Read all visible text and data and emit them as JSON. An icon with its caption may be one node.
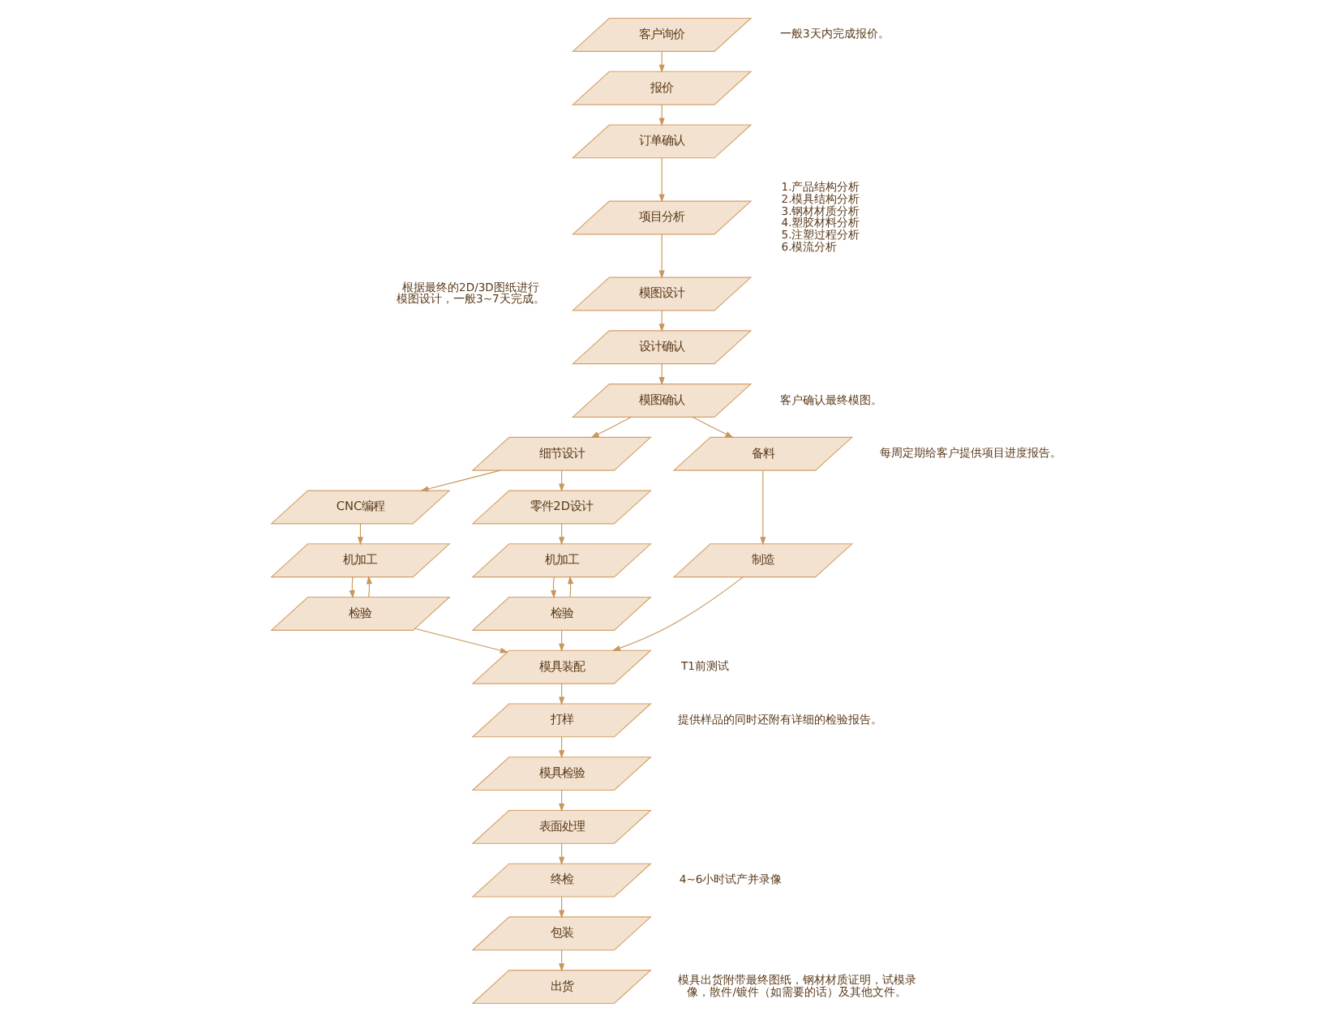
{
  "diagram": {
    "nodes": [
      {
        "text": [
          "客户询价"
        ],
        "beside": [
          "一般3天内完成报价。"
        ]
      },
      {
        "text": [
          "报价"
        ]
      },
      {
        "text": [
          "订单确认"
        ]
      },
      {
        "text": [
          "项目分析"
        ]
      },
      {
        "text": [
          "模图设计"
        ],
        "beside": [
          "根据最终的2D/3D图纸进行模图设计，一般3~7天完成。"
        ]
      },
      {
        "text": [
          "设计确认"
        ]
      },
      {
        "text": [
          "模图确认"
        ],
        "beside": [
          "客户确认最终模图。"
        ]
      },
      {
        "text": [
          "细节设计"
        ]
      },
      {
        "text": [
          "CNC编程"
        ]
      },
      {
        "text": [
          "机加工"
        ]
      },
      {
        "text": [
          "检验"
        ]
      },
      {
        "text": [
          "零件2D设计"
        ]
      },
      {
        "text": [
          "机加工"
        ]
      },
      {
        "text": [
          "检验"
        ]
      },
      {
        "text": [
          "备料"
        ]
      },
      {
        "text": [
          "制造"
        ]
      },
      {
        "text": [
          "模具装配"
        ],
        "beside": [
          "T1前测试"
        ]
      },
      {
        "text": [
          "打样"
        ],
        "beside": [
          "提供样品的同时还附有详细的检验报告。"
        ]
      },
      {
        "text": [
          "模具检验"
        ]
      },
      {
        "text": [
          "表面处理"
        ]
      },
      {
        "text": [
          "终检"
        ],
        "beside": [
          "4~6小时试产并录像"
        ]
      },
      {
        "text": [
          "包装"
        ]
      },
      {
        "text": [
          "出货"
        ],
        "beside": [
          "模具出货附带最终图纸，钢材材质证明，试模录像，散件/镀件（如需要的话）及其他文件。"
        ]
      }
    ],
    "edges": [
      {
        "from": 0,
        "to": 1,
        "arrow": "to"
      },
      {
        "from": 1,
        "to": 2,
        "arrow": "to"
      },
      {
        "from": 2,
        "to": 3,
        "arrow": "to"
      },
      {
        "from": 3,
        "to": 4,
        "arrow": "to"
      },
      {
        "from": 4,
        "to": 5,
        "arrow": "to"
      },
      {
        "from": 5,
        "to": 6,
        "arrow": "to"
      },
      {
        "from": 6,
        "to": 7,
        "arrow": "to"
      },
      {
        "from": 6,
        "to": 14,
        "arrow": "to"
      },
      {
        "from": 7,
        "to": 8,
        "arrow": "to"
      },
      {
        "from": 7,
        "to": 11,
        "arrow": "to"
      },
      {
        "from": 8,
        "to": 9,
        "arrow": "to"
      },
      {
        "from": 9,
        "to": 10,
        "arrow": "to"
      },
      {
        "from": 10,
        "to": 9,
        "arrow": "to"
      },
      {
        "from": 11,
        "to": 12,
        "arrow": "to"
      },
      {
        "from": 12,
        "to": 13,
        "arrow": "to"
      },
      {
        "from": 13,
        "to": 12,
        "arrow": "to"
      },
      {
        "from": 14,
        "to": 15,
        "arrow": "to"
      },
      {
        "from": 10,
        "to": 16,
        "arrow": "to"
      },
      {
        "from": 13,
        "to": 16,
        "arrow": "to"
      },
      {
        "from": 15,
        "to": 16,
        "arrow": "to"
      },
      {
        "from": 16,
        "to": 17,
        "arrow": "to"
      },
      {
        "from": 17,
        "to": 18,
        "arrow": "to"
      },
      {
        "from": 18,
        "to": 19,
        "arrow": "to"
      },
      {
        "from": 19,
        "to": 20,
        "arrow": "to"
      },
      {
        "from": 20,
        "to": 21,
        "arrow": "to"
      },
      {
        "from": 21,
        "to": 22,
        "arrow": "to"
      }
    ],
    "labels": [
      "1.产品结构分析",
      "2.模具结构分析",
      "3.钢材材质分析",
      "4.塑胶材料分析",
      "5.注塑过程分析",
      "6.模流分析",
      "每周定期给客户提供项目进度报告。"
    ]
  }
}
